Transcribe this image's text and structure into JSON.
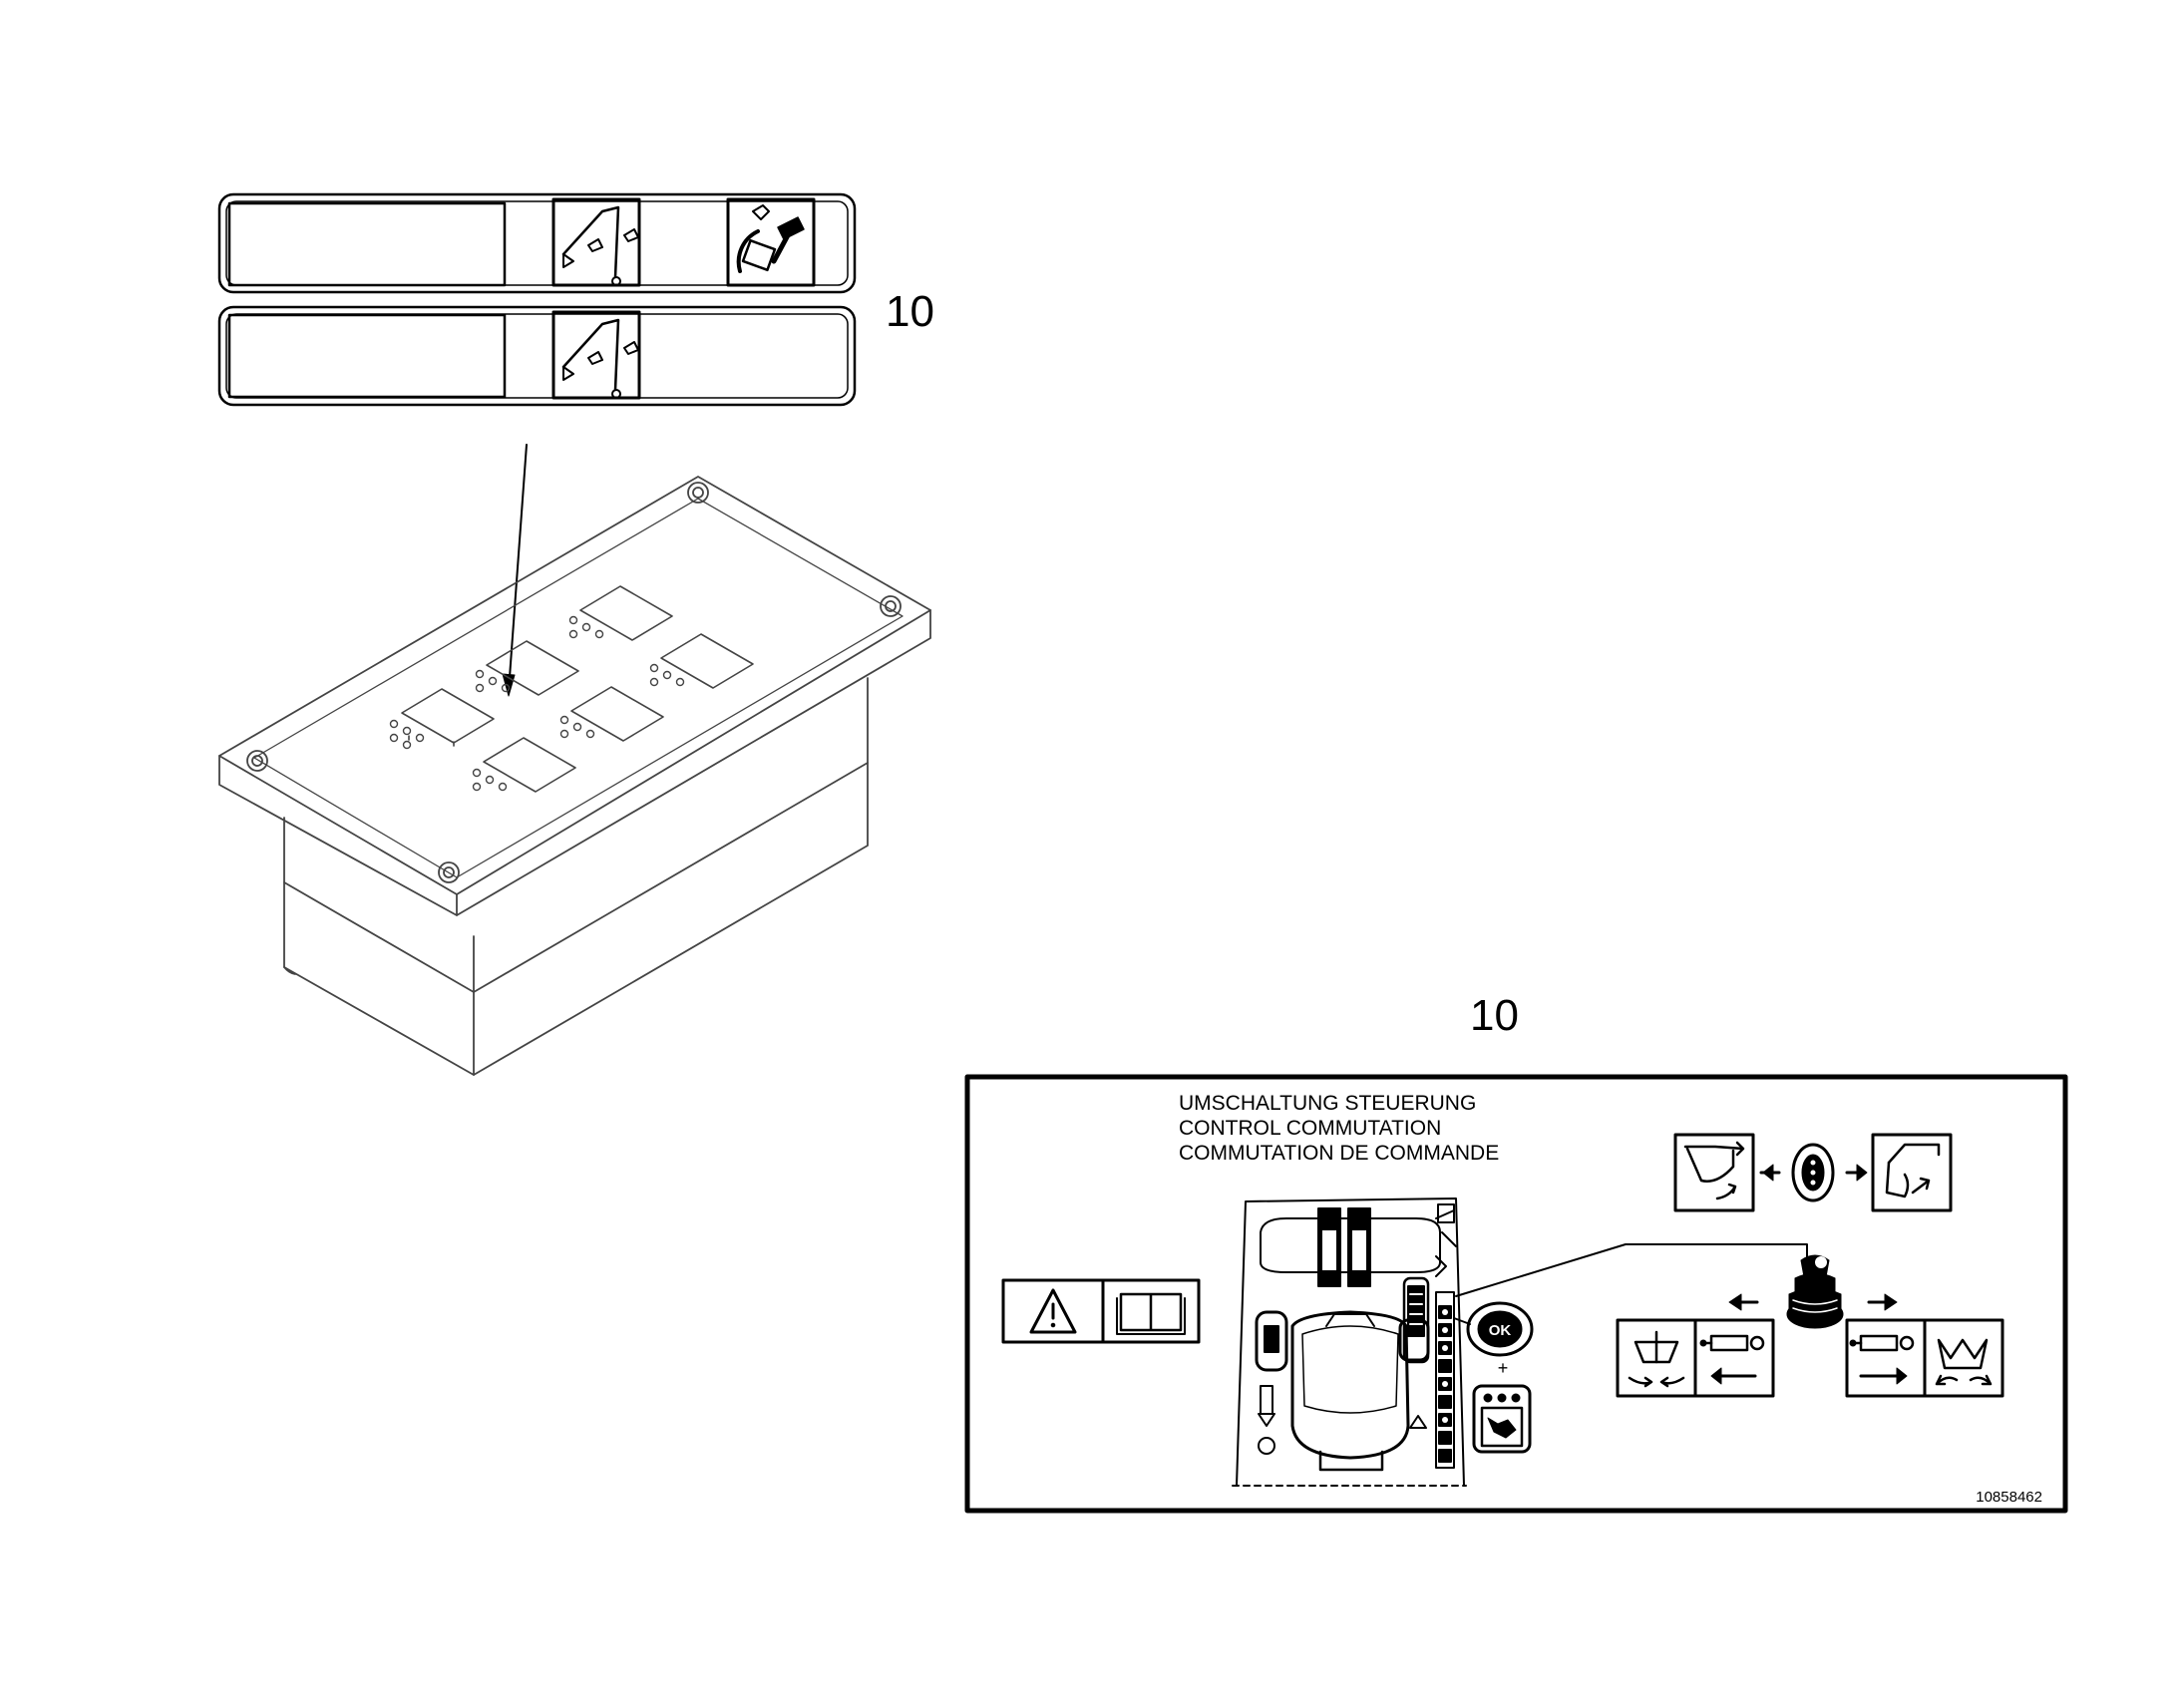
{
  "callouts": {
    "upper": "10",
    "lower": "10"
  },
  "decal": {
    "lines": [
      "UMSCHALTUNG STEUERUNG",
      "CONTROL COMMUTATION",
      "COMMUTATION DE COMMANDE"
    ],
    "ok_label": "OK",
    "plus_label": "+",
    "part_number": "10858462"
  }
}
